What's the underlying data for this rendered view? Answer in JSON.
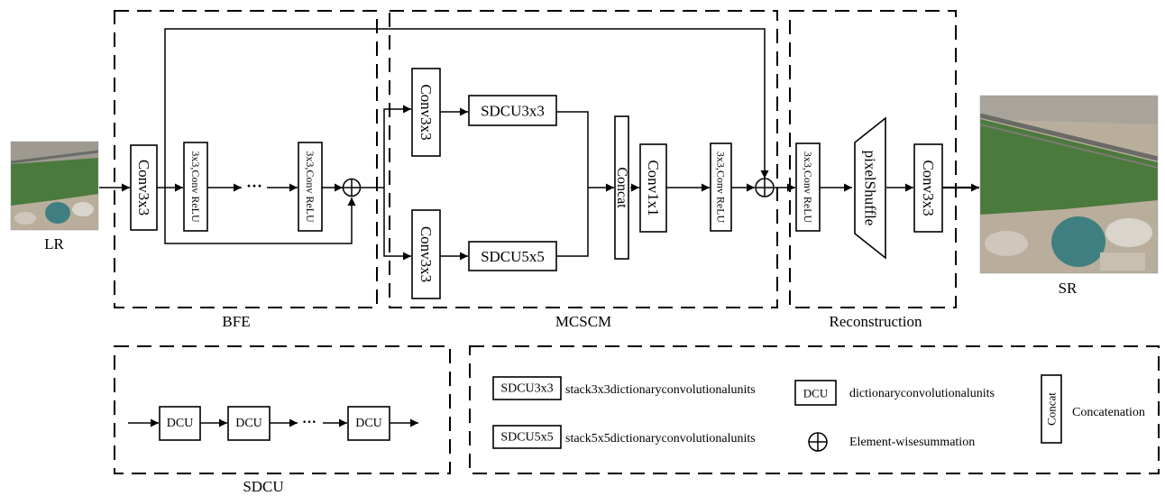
{
  "images": {
    "input_label": "LR",
    "output_label": "SR"
  },
  "bfe": {
    "title": "BFE",
    "conv_first": "Conv3x3",
    "conv_relu_1": "3x3,Conv ReLU",
    "ellipsis": "···",
    "conv_relu_n": "3x3,Conv ReLU"
  },
  "mcscm": {
    "title": "MCSCM",
    "conv_top": "Conv3x3",
    "conv_bottom": "Conv3x3",
    "sdcu3": "SDCU3x3",
    "sdcu5": "SDCU5x5",
    "concat": "Concat",
    "conv1x1": "Conv1x1",
    "conv_relu": "3x3,Conv ReLU"
  },
  "reconstruction": {
    "title": "Reconstruction",
    "conv_relu": "3x3,Conv ReLU",
    "pixelshuffle": "pixelShuffle",
    "conv_last": "Conv3x3"
  },
  "sdcu_panel": {
    "title": "SDCU",
    "dcu": "DCU",
    "ellipsis": "···"
  },
  "legend": {
    "sdcu3_box": "SDCU3x3",
    "sdcu3_desc": "stack3x3dictionaryconvolutionalunits",
    "sdcu5_box": "SDCU5x5",
    "sdcu5_desc": "stack5x5dictionaryconvolutionalunits",
    "dcu_box": "DCU",
    "dcu_desc": "dictionaryconvolutionalunits",
    "sum_desc": "Element-wisesummation",
    "concat_box": "Concat",
    "concat_desc": "Concatenation"
  },
  "colors": {
    "line": "#000000",
    "field_green": "#4a7a3c",
    "water_teal": "#3f7f82",
    "ground_tan": "#b9ae9c"
  }
}
